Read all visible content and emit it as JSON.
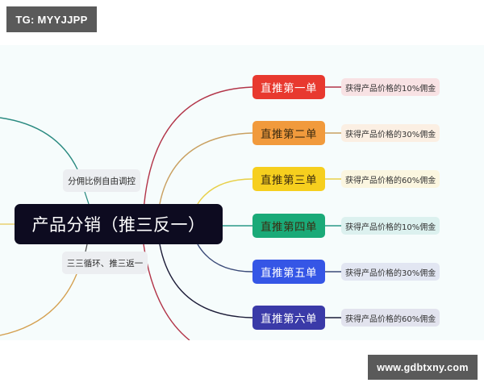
{
  "watermarks": {
    "top_left": "TG: MYYJJPP",
    "bottom_right": "www.gdbtxny.com"
  },
  "mindmap": {
    "root": {
      "label": "产品分销（推三反一）",
      "color": "#0d0b20"
    },
    "left_nodes": [
      {
        "label": "分佣比例自由调控"
      },
      {
        "label": "三三循环、推三返一"
      }
    ],
    "branches": [
      {
        "label": "直推第一单",
        "color": "#e8392f",
        "edge_color": "#b23448",
        "leaf": {
          "label": "获得产品价格的10%佣金",
          "bg": "#f8e2e4"
        }
      },
      {
        "label": "直推第二单",
        "color": "#f19a3c",
        "edge_color": "#c9a060",
        "leaf": {
          "label": "获得产品价格的30%佣金",
          "bg": "#fbefe3"
        }
      },
      {
        "label": "直推第三单",
        "color": "#f6cf1e",
        "edge_color": "#e8d04a",
        "leaf": {
          "label": "获得产品价格的60%佣金",
          "bg": "#fbf6e0"
        }
      },
      {
        "label": "直推第四单",
        "color": "#1aaa78",
        "edge_color": "#2a9a88",
        "leaf": {
          "label": "获得产品价格的10%佣金",
          "bg": "#dcf1ef"
        }
      },
      {
        "label": "直推第五单",
        "color": "#3556e6",
        "edge_color": "#3a4a78",
        "leaf": {
          "label": "获得产品价格的30%佣金",
          "bg": "#e2e6f2"
        }
      },
      {
        "label": "直推第六单",
        "color": "#3a3aa8",
        "edge_color": "#1c1c38",
        "leaf": {
          "label": "获得产品价格的60%佣金",
          "bg": "#e2e3ee"
        }
      }
    ]
  }
}
